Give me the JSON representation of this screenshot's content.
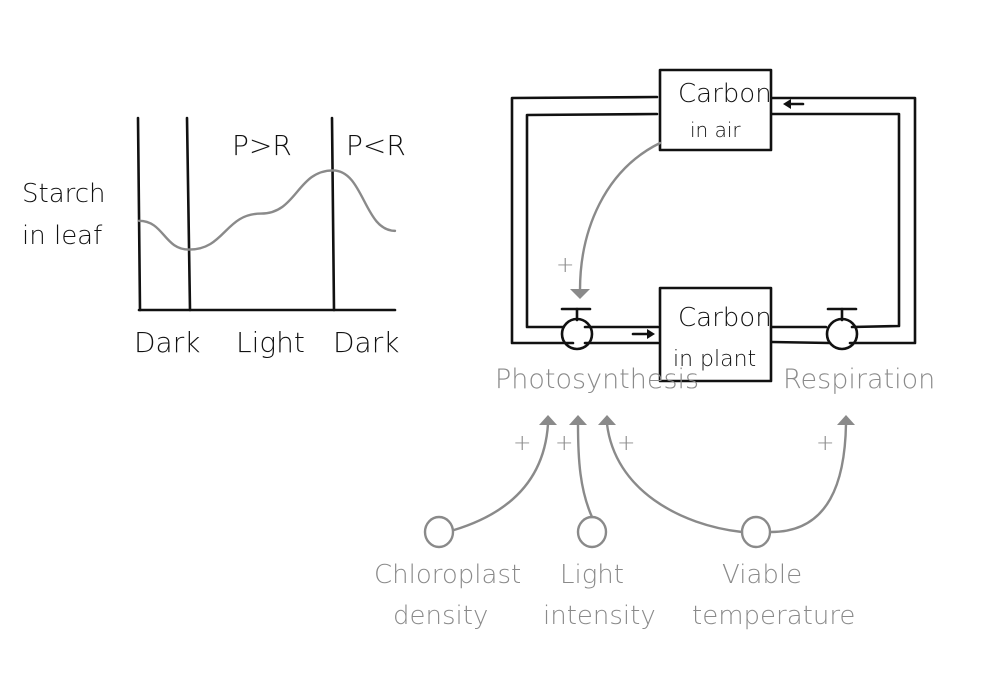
{
  "colors": {
    "ink": "#111111",
    "grey": "#8a8a8a",
    "background": "#ffffff"
  },
  "graph": {
    "y_label": [
      "Starch",
      "in leaf"
    ],
    "region_labels": {
      "light_phase": "P>R",
      "dark_phase_2": "P<R"
    },
    "x_labels": [
      "Dark",
      "Light",
      "Dark"
    ]
  },
  "chart_data": {
    "type": "line",
    "title": "",
    "xlabel": "",
    "ylabel": "Starch in leaf",
    "regions": [
      "Dark",
      "Light",
      "Dark"
    ],
    "annotations": [
      "P>R",
      "P<R"
    ],
    "series": [
      {
        "name": "Starch in leaf",
        "x": [
          0,
          1,
          2,
          3,
          3.6
        ],
        "values": [
          0.55,
          0.35,
          0.6,
          0.9,
          0.48
        ]
      }
    ],
    "note": "Qualitative: starch falls in dark, rises in light (P>R), falls again in dark (P<R)"
  },
  "diagram": {
    "stocks": {
      "air": [
        "Carbon",
        "in air"
      ],
      "plant": [
        "Carbon",
        "in plant"
      ]
    },
    "flows": {
      "photosynthesis": "Photosynthesis",
      "respiration": "Respiration"
    },
    "converters": {
      "chloroplast": [
        "Chloroplast",
        "density"
      ],
      "light": [
        "Light",
        "intensity"
      ],
      "temperature": [
        "Viable",
        "temperature"
      ]
    },
    "link_polarity": "+"
  }
}
